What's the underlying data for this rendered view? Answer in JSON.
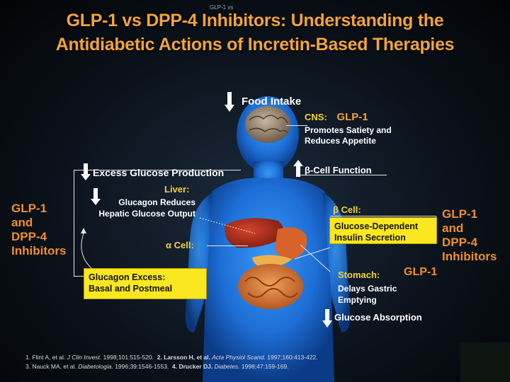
{
  "header_tag": "GLP-1 vs",
  "title_line1": "GLP-1 vs DPP-4 Inhibitors: Understanding the",
  "title_line2": "Antidiabetic Actions of Incretin-Based Therapies",
  "food_intake": "Food Intake",
  "cns": {
    "label": "CNS:",
    "agent": "GLP-1",
    "effect_line1": "Promotes Satiety and",
    "effect_line2": "Reduces Appetite"
  },
  "beta_function": "β-Cell Function",
  "excess_glucose": "Excess Glucose Production",
  "liver": {
    "label": "Liver:",
    "effect_line1": "Glucagon Reduces",
    "effect_line2": "Hepatic Glucose Output"
  },
  "left_agents": {
    "line1": "GLP-1",
    "line2": "and",
    "line3": "DPP-4",
    "line4": "Inhibitors"
  },
  "alpha_cell": "α Cell:",
  "glucagon_box": {
    "line1": "Glucagon Excess:",
    "line2": "Basal and Postmeal"
  },
  "beta_cell": {
    "label": "β Cell:",
    "box_line1": "Glucose-Dependent",
    "box_line2": "Insulin Secretion"
  },
  "right_agents": {
    "line1": "GLP-1",
    "line2": "and",
    "line3": "DPP-4",
    "line4": "Inhibitors"
  },
  "stomach": {
    "label": "Stomach:",
    "agent": "GLP-1",
    "effect_line1": "Delays Gastric",
    "effect_line2": "Emptying"
  },
  "glucose_absorption": "Glucose Absorption",
  "references": {
    "r1_lead": "1. Flint A, et al.",
    "r1_journal": "J Clin Invest.",
    "r1_tail": "1998;101:515-520.",
    "r2_lead": "2. Larsson H, et al.",
    "r2_journal": "Acta Physiol Scand.",
    "r2_tail": "1997;160:413-422.",
    "r3_lead": "3. Nauck MA, et al.",
    "r3_journal": "Diabetologia.",
    "r3_tail": "1996;39:1546-1553.",
    "r4_lead": "4. Drucker DJ.",
    "r4_journal": "Diabetes.",
    "r4_tail": "1998;47:159-169."
  },
  "colors": {
    "title": "#f1a43a",
    "agent_orange": "#f08e2e",
    "yellow_box": "#fbe720",
    "body_blue": "#1f74d8"
  }
}
